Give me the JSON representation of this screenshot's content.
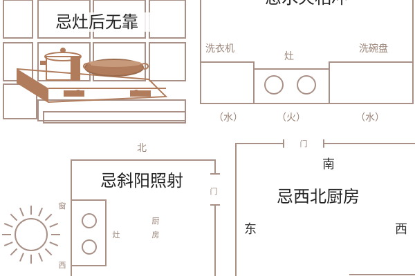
{
  "colors": {
    "line": "#a89086",
    "fill": "#c9b8ae",
    "cookware": "#b07c5c",
    "text": "#222222"
  },
  "panel1": {
    "title": "忌灶后无靠"
  },
  "panel2": {
    "title": "忌水火相冲",
    "washer": "洗衣机",
    "stove": "灶",
    "sink": "洗碗盘",
    "water_left": "（水）",
    "fire": "（火）",
    "water_right": "（水）"
  },
  "panel3": {
    "title": "忌斜阳照射",
    "north": "北",
    "door": "门",
    "window": "窗",
    "west": "西",
    "stove": "灶",
    "kitchen_1": "厨",
    "kitchen_2": "房",
    "icons": [
      "sun-icon"
    ]
  },
  "panel4": {
    "title": "忌西北厨房",
    "door": "门",
    "south": "南",
    "east": "东",
    "west": "西"
  }
}
